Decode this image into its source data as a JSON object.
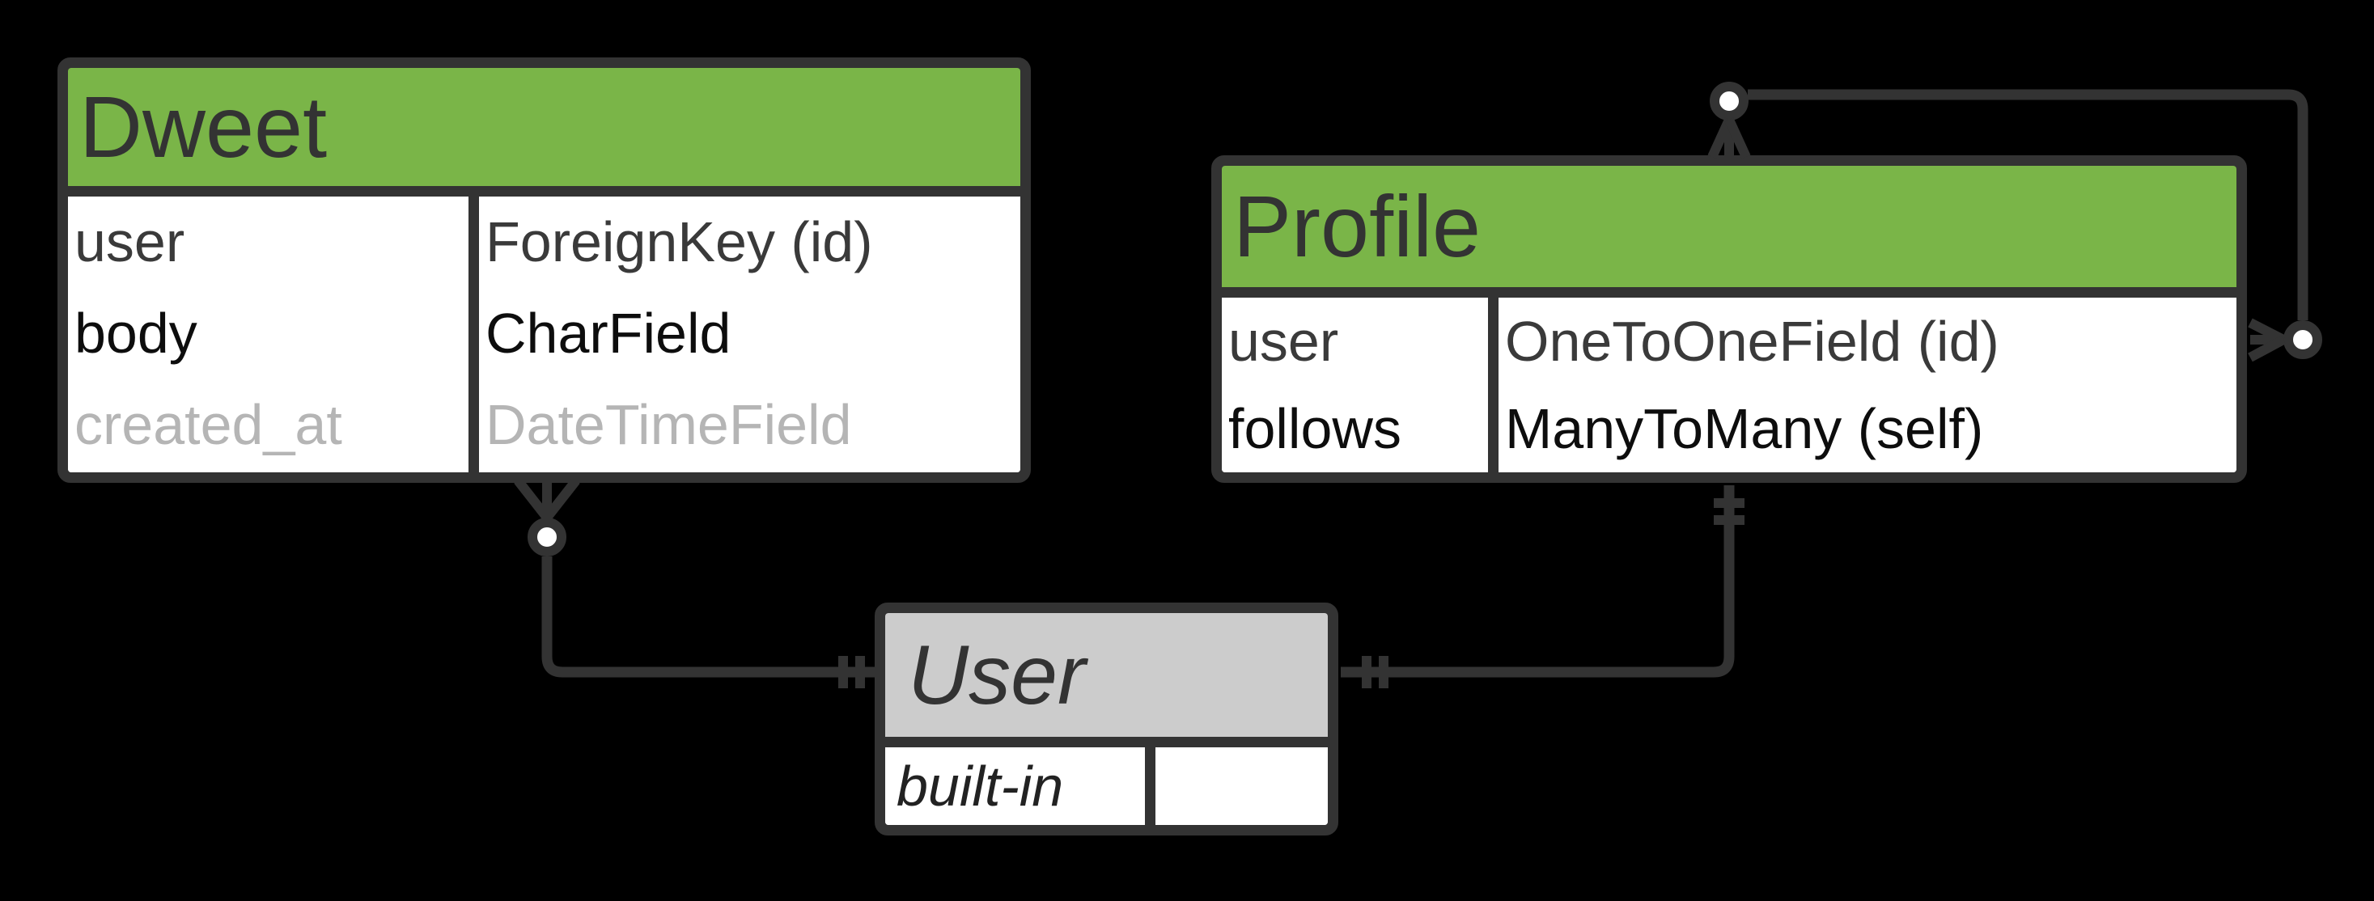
{
  "diagram": {
    "background_color": "#000000",
    "stroke_color": "#333333",
    "entity_header_green": "#7ab548",
    "entity_header_gray": "#cccccc",
    "relation_field_color": "#3a3a3a",
    "plain_field_color": "#0d0d0d",
    "auto_field_color": "#b5b5b5"
  },
  "tables": {
    "dweet": {
      "title": "Dweet",
      "rows": [
        {
          "name": "user",
          "type": "ForeignKey (id)"
        },
        {
          "name": "body",
          "type": "CharField"
        },
        {
          "name": "created_at",
          "type": "DateTimeField"
        }
      ]
    },
    "profile": {
      "title": "Profile",
      "rows": [
        {
          "name": "user",
          "type": "OneToOneField (id)"
        },
        {
          "name": "follows",
          "type": "ManyToMany (self)"
        }
      ]
    },
    "user": {
      "title": "User",
      "rows": [
        {
          "name": "built-in",
          "type": ""
        }
      ]
    }
  },
  "relationships": [
    {
      "from": "Dweet",
      "to": "User",
      "from_marker": "zero-or-many",
      "to_marker": "exactly-one"
    },
    {
      "from": "Profile",
      "to": "User",
      "from_marker": "exactly-one",
      "to_marker": "exactly-one"
    },
    {
      "from": "Profile",
      "to": "Profile",
      "from_marker": "zero-or-many",
      "to_marker": "zero-or-many"
    }
  ]
}
